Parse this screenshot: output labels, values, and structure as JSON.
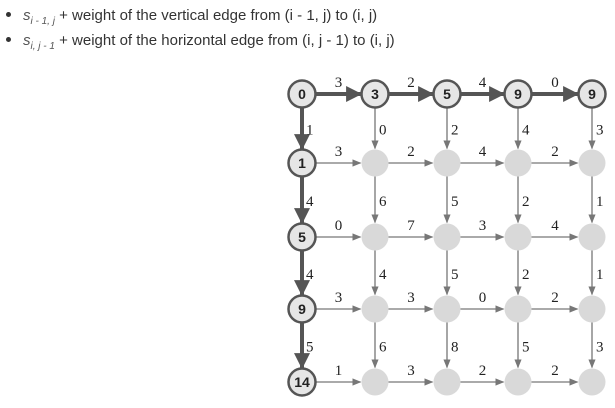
{
  "bullets": [
    {
      "var_main": "s",
      "var_sub": "i - 1, j",
      "text": " + weight of the vertical edge from (i - 1, j) to (i, j)"
    },
    {
      "var_main": "s",
      "var_sub": "i, j - 1",
      "text": " + weight of the horizontal edge from (i, j - 1) to (i, j)"
    }
  ],
  "grid": {
    "rows": 5,
    "cols": 5,
    "top_row_values": [
      "0",
      "3",
      "5",
      "9",
      "9"
    ],
    "left_col_values": [
      "0",
      "1",
      "5",
      "9",
      "14"
    ],
    "horizontal_weights": [
      [
        "3",
        "2",
        "4",
        "0"
      ],
      [
        "3",
        "2",
        "4",
        "2"
      ],
      [
        "0",
        "7",
        "3",
        "4"
      ],
      [
        "3",
        "3",
        "0",
        "2"
      ],
      [
        "1",
        "3",
        "2",
        "2"
      ]
    ],
    "vertical_weights": [
      [
        "1",
        "0",
        "2",
        "4",
        "3"
      ],
      [
        "4",
        "6",
        "5",
        "2",
        "1"
      ],
      [
        "4",
        "4",
        "5",
        "2",
        "1"
      ],
      [
        "5",
        "6",
        "8",
        "5",
        "3"
      ]
    ],
    "colors": {
      "path_edge": "#555555",
      "thin_edge": "#777777",
      "filled_node": "#e6e6e6",
      "empty_node": "#d9d9d9",
      "node_stroke": "#555555"
    }
  }
}
